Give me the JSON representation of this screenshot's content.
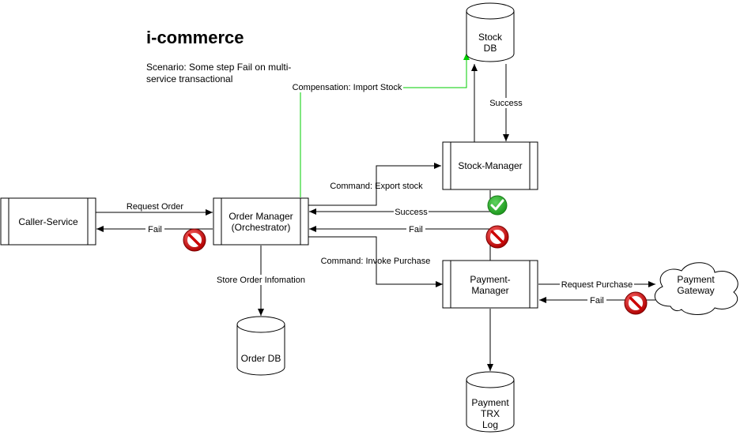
{
  "title": "i-commerce",
  "scenario": "Scenario: Some step Fail on multi-service transactional",
  "nodes": {
    "caller_service": "Caller-Service",
    "order_manager_line1": "Order Manager",
    "order_manager_line2": "(Orchestrator)",
    "stock_manager": "Stock-Manager",
    "payment_manager_line1": "Payment-",
    "payment_manager_line2": "Manager",
    "payment_gateway_line1": "Payment",
    "payment_gateway_line2": "Gateway",
    "stock_db_line1": "Stock",
    "stock_db_line2": "DB",
    "order_db": "Order DB",
    "payment_log_line1": "Payment",
    "payment_log_line2": "TRX",
    "payment_log_line3": "Log"
  },
  "edges": {
    "request_order": "Request Order",
    "fail_caller": "Fail",
    "command_export_stock": "Command: Export stock",
    "success_stock": "Success",
    "fail_payment": "Fail",
    "command_invoke_purchase": "Command: Invoke Purchase",
    "store_order_info": "Store Order Infomation",
    "compensation_import_stock": "Compensation: Import Stock",
    "success_db": "Success",
    "request_purchase": "Request Purchase",
    "fail_gateway": "Fail"
  },
  "colors": {
    "line": "#000000",
    "compensation": "#00cc00",
    "success_icon": "#2eb82e",
    "fail_icon": "#cc0000"
  },
  "icons": {
    "success": "check-circle-icon",
    "fail": "no-entry-icon"
  }
}
